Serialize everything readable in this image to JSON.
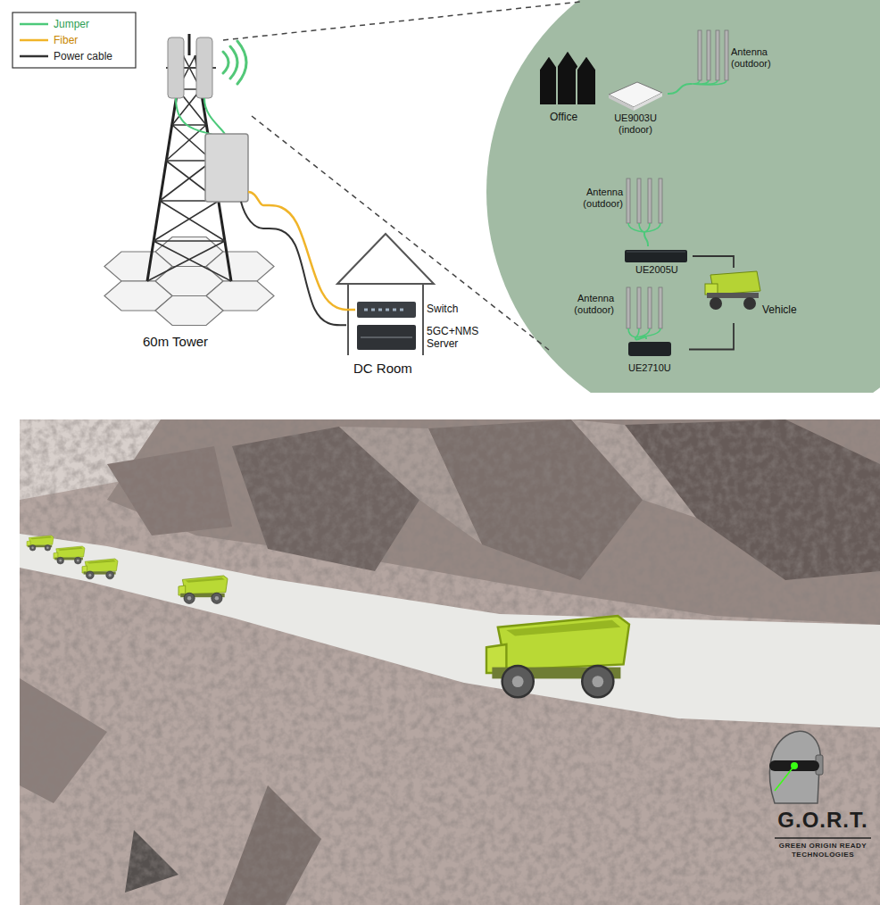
{
  "diagram": {
    "nodes": [
      {
        "text": [
          "60m Tower"
        ]
      },
      {
        "text": [
          "DC Room"
        ]
      },
      {
        "text": [
          "Switch"
        ],
        "in": 1
      },
      {
        "text": [
          "5GC+NMS Server"
        ],
        "in": 1
      },
      {
        "text": [
          "Office"
        ]
      },
      {
        "text": [
          "UE9003U (indoor)"
        ]
      },
      {
        "text": [
          "Antenna (outdoor)"
        ]
      },
      {
        "text": [
          "Antenna (outdoor)"
        ]
      },
      {
        "text": [
          "UE2005U"
        ]
      },
      {
        "text": [
          "Antenna (outdoor)"
        ]
      },
      {
        "text": [
          "UE2710U"
        ]
      },
      {
        "text": [
          "Vehicle"
        ]
      }
    ],
    "edges": [
      {
        "from": 0,
        "to": 2,
        "arrow": "none"
      },
      {
        "from": 0,
        "to": 1,
        "arrow": "none"
      },
      {
        "from": 6,
        "to": 5,
        "arrow": "none"
      },
      {
        "from": 7,
        "to": 8,
        "arrow": "none"
      },
      {
        "from": 9,
        "to": 10,
        "arrow": "none"
      },
      {
        "from": 8,
        "to": 11,
        "arrow": "none"
      },
      {
        "from": 10,
        "to": 11,
        "arrow": "none"
      }
    ],
    "labels": [
      "G.O.R.T.",
      "GREEN ORIGIN READY TECHNOLOGIES"
    ],
    "legend": [
      {
        "text": "Jumper"
      },
      {
        "text": "Fiber"
      },
      {
        "text": "Power cable"
      }
    ]
  }
}
